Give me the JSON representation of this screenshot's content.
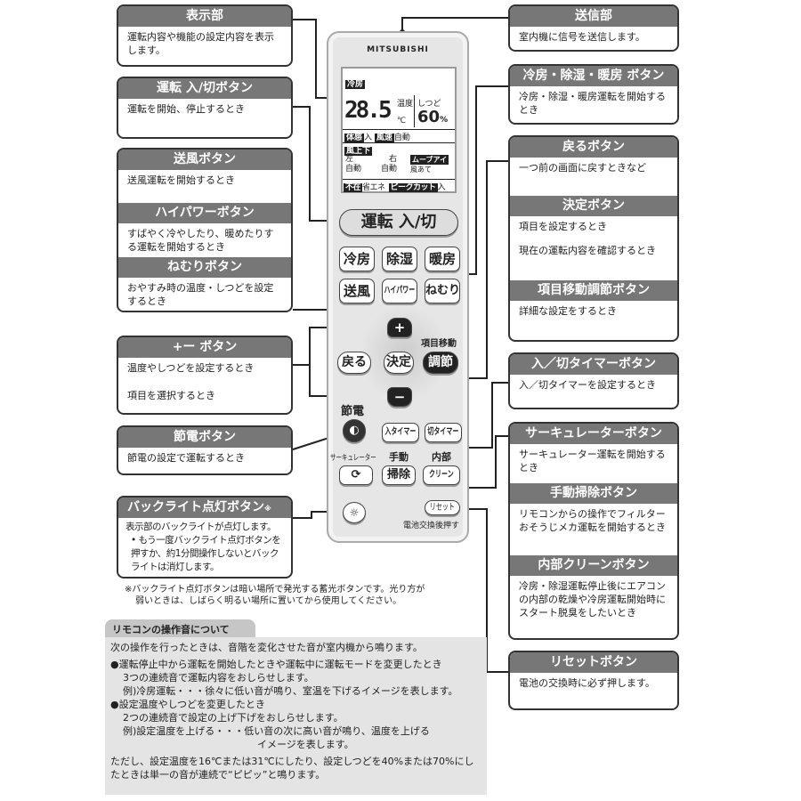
{
  "remote": {
    "brand": "MITSUBISHI",
    "lcd": {
      "mode": "冷房",
      "temp": "28.5",
      "temp_unit": "℃",
      "temp_label": "温度",
      "humidity_label": "しつど",
      "humidity": "60",
      "humidity_unit": "%",
      "taikan": "体感",
      "taikan_val": "入",
      "fusoku": "風速",
      "fusoku_val": "自動",
      "fujoge": "風上下",
      "left": "左",
      "right": "右",
      "left_val": "自動",
      "right_val": "自動",
      "moveeye": "ムーブアイ",
      "moveeye_val": "風あて",
      "fuzai": "不在",
      "fuzai_val": "省エネ",
      "peakcut": "ピークカット",
      "peakcut_val": "入"
    },
    "buttons": {
      "power": "運転 入/切",
      "cool": "冷房",
      "dry": "除湿",
      "heat": "暖房",
      "fan": "送風",
      "hipower": "ハイパワー",
      "sleep": "ねむり",
      "plus": "+",
      "minus": "−",
      "back": "戻る",
      "enter": "決定",
      "adjust": "調節",
      "adjust_label": "項目移動",
      "eco_label": "節電",
      "on_timer": "入タイマー",
      "off_timer": "切タイマー",
      "circulator_label": "サーキュレーター",
      "manual_label": "手動",
      "manual": "掃除",
      "inner_label": "内部",
      "clean": "クリーン",
      "reset": "リセット",
      "reset_note": "電池交換後押す"
    }
  },
  "left": [
    {
      "title": "表示部",
      "text": "運転内容や機能の設定内容を表示します。"
    },
    {
      "title": "運転 入/切ボタン",
      "text": "運転を開始、停止するとき"
    },
    {
      "title": "送風ボタン",
      "text": "送風運転を開始するとき"
    },
    {
      "title": "ハイパワーボタン",
      "text": "すばやく冷やしたり、暖めたりする運転を開始するとき"
    },
    {
      "title": "ねむりボタン",
      "text": "おやすみ時の温度・しつどを設定するとき"
    },
    {
      "title": "+ー ボタン",
      "text": "温度やしつどを設定するとき",
      "text2": "項目を選択するとき"
    },
    {
      "title": "節電ボタン",
      "text": "節電の設定で運転するとき"
    },
    {
      "title": "バックライト点灯ボタン",
      "mark": "※",
      "text": "表示部のバックライトが点灯します。",
      "bullet": "• もう一度バックライト点灯ボタンを押すか、約1分間操作しないとバックライトは消灯します。"
    }
  ],
  "right": [
    {
      "title": "送信部",
      "text": "室内機に信号を送信します。"
    },
    {
      "title": "冷房・除湿・暖房 ボタン",
      "text": "冷房・除湿・暖房運転を開始するとき"
    },
    {
      "title": "戻るボタン",
      "text": "一つ前の画面に戻すときなど"
    },
    {
      "title": "決定ボタン",
      "text": "項目を設定するとき",
      "text2": "現在の運転内容を確認するとき"
    },
    {
      "title": "項目移動調節ボタン",
      "text": "詳細な設定をするとき"
    },
    {
      "title": "入／切タイマーボタン",
      "text": "入／切タイマーを設定するとき"
    },
    {
      "title": "サーキュレーターボタン",
      "text": "サーキュレーター運転を開始するとき"
    },
    {
      "title": "手動掃除ボタン",
      "text": "リモコンからの操作でフィルターおそうじメカ運転を開始するとき"
    },
    {
      "title": "内部クリーンボタン",
      "text": "冷房・除湿運転停止後にエアコンの内部の乾燥や冷房運転開始時にスタート脱臭をしたいとき"
    },
    {
      "title": "リセットボタン",
      "text": "電池の交換時に必ず押します。"
    }
  ],
  "note": [
    "※バックライト点灯ボタンは暗い場所で発光する蓄光ボタンです。光り方が",
    "弱いときは、しばらく明るい場所に置いてから使用してください。"
  ],
  "sound": {
    "title": "リモコンの操作音について",
    "lines": [
      "次の操作を行ったときは、音階を変化させた音が室内機から鳴ります。",
      "●運転停止中から運転を開始したときや運転中に運転モードを変更したとき",
      "3つの連続音で運転内容をおしらせします。",
      "例)冷房運転・・・徐々に低い音が鳴り、室温を下げるイメージを表します。",
      "●設定温度やしつどを変更したとき",
      "2つの連続音で設定の上げ下げをおしらせします。",
      "例)設定温度を上げる・・・低い音の次に高い音が鳴り、温度を上げる",
      "イメージを表します。",
      "ただし、設定温度を16℃または31℃にしたり、設定しつどを40%または70%にしたときは単一の音が連続で“ピピッ”と鳴ります。"
    ]
  }
}
